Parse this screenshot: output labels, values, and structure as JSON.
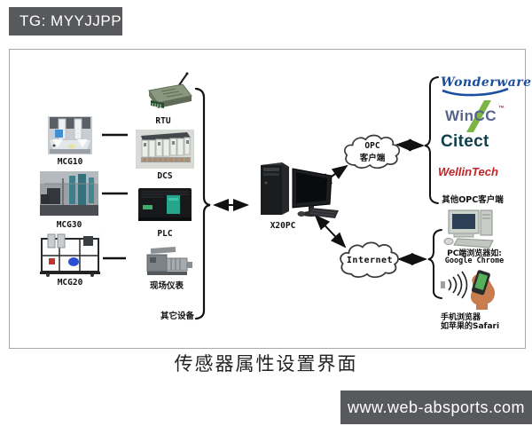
{
  "badge": {
    "text": "TG: MYYJJPP"
  },
  "caption": "传感器属性设置界面",
  "watermark": {
    "text": "www.web-absports.com"
  },
  "colors": {
    "badge_bg": "#58595c",
    "watermark_bg": "#58595c",
    "arrow": "#111111",
    "wonderware_blue": "#1b4fa0",
    "wincc_blue": "#55648a",
    "wincc_green": "#7cb544",
    "citect_teal": "#10404a",
    "wellintech_red": "#c42428",
    "plc_screen_teal": "#27a58c",
    "rtu_green": "#8a9880"
  },
  "diagram": {
    "left_devices": [
      {
        "label": "MCG10"
      },
      {
        "label": "MCG30"
      },
      {
        "label": "MCG20"
      }
    ],
    "middle_devices": [
      {
        "label": "RTU"
      },
      {
        "label": "DCS"
      },
      {
        "label": "PLC"
      },
      {
        "label": "现场仪表"
      },
      {
        "label": "其它设备"
      }
    ],
    "server": {
      "label": "X20PC"
    },
    "clouds": [
      {
        "line1": "OPC",
        "line2": "客户端"
      },
      {
        "line1": "Internet"
      }
    ],
    "opc_clients": {
      "logos": [
        {
          "text": "Wonderware"
        },
        {
          "text": "WinCC",
          "mark": "™"
        },
        {
          "text": "Citect"
        },
        {
          "text": "WellinTech"
        }
      ],
      "footer": "其他OPC客户端"
    },
    "web_clients": {
      "pc_line1": "PC端浏览器如:",
      "pc_line2": "Google Chrome",
      "mobile_line1": "手机浏览器",
      "mobile_line2": "如苹果的Safari"
    }
  }
}
